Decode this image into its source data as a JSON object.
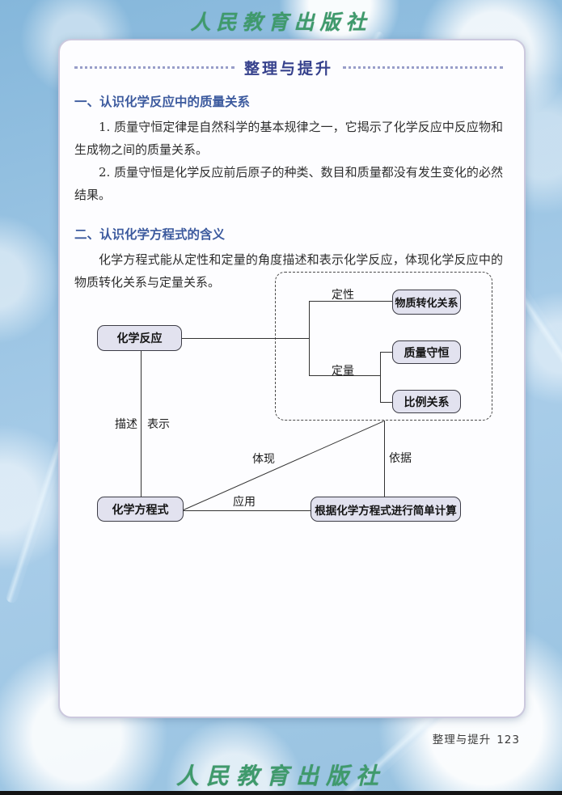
{
  "publisher": {
    "name_top": "人民教育出版社",
    "name_bottom": "人民教育出版社"
  },
  "card": {
    "title": "整理与提升",
    "sections": [
      {
        "heading": "一、认识化学反应中的质量关系",
        "paragraphs": [
          "1. 质量守恒定律是自然科学的基本规律之一，它揭示了化学反应中反应物和生成物之间的质量关系。",
          "2. 质量守恒是化学反应前后原子的种类、数目和质量都没有发生变化的必然结果。"
        ]
      },
      {
        "heading": "二、认识化学方程式的含义",
        "paragraphs": [
          "化学方程式能从定性和定量的角度描述和表示化学反应，体现化学反应中的物质转化关系与定量关系。"
        ]
      }
    ]
  },
  "diagram": {
    "nodes": {
      "chemical_reaction": "化学反应",
      "chemical_equation": "化学方程式",
      "substance_transformation": "物质转化关系",
      "mass_conservation": "质量守恒",
      "proportion_relation": "比例关系",
      "calculation": "根据化学方程式进行简单计算"
    },
    "edge_labels": {
      "qualitative": "定性",
      "quantitative": "定量",
      "describe": "描述",
      "express": "表示",
      "embody": "体现",
      "basis": "依据",
      "apply": "应用"
    }
  },
  "footer": {
    "label": "整理与提升",
    "page_number": "123"
  },
  "colors": {
    "title_navy": "#36418c",
    "heading_blue": "#3c5a9e",
    "logo_green": "#3f9a6c",
    "node_fill": "#e2e2ef",
    "node_border": "#3c3c46",
    "dotted_rule": "#989ec9",
    "background_blue": "#9ac4e3"
  }
}
